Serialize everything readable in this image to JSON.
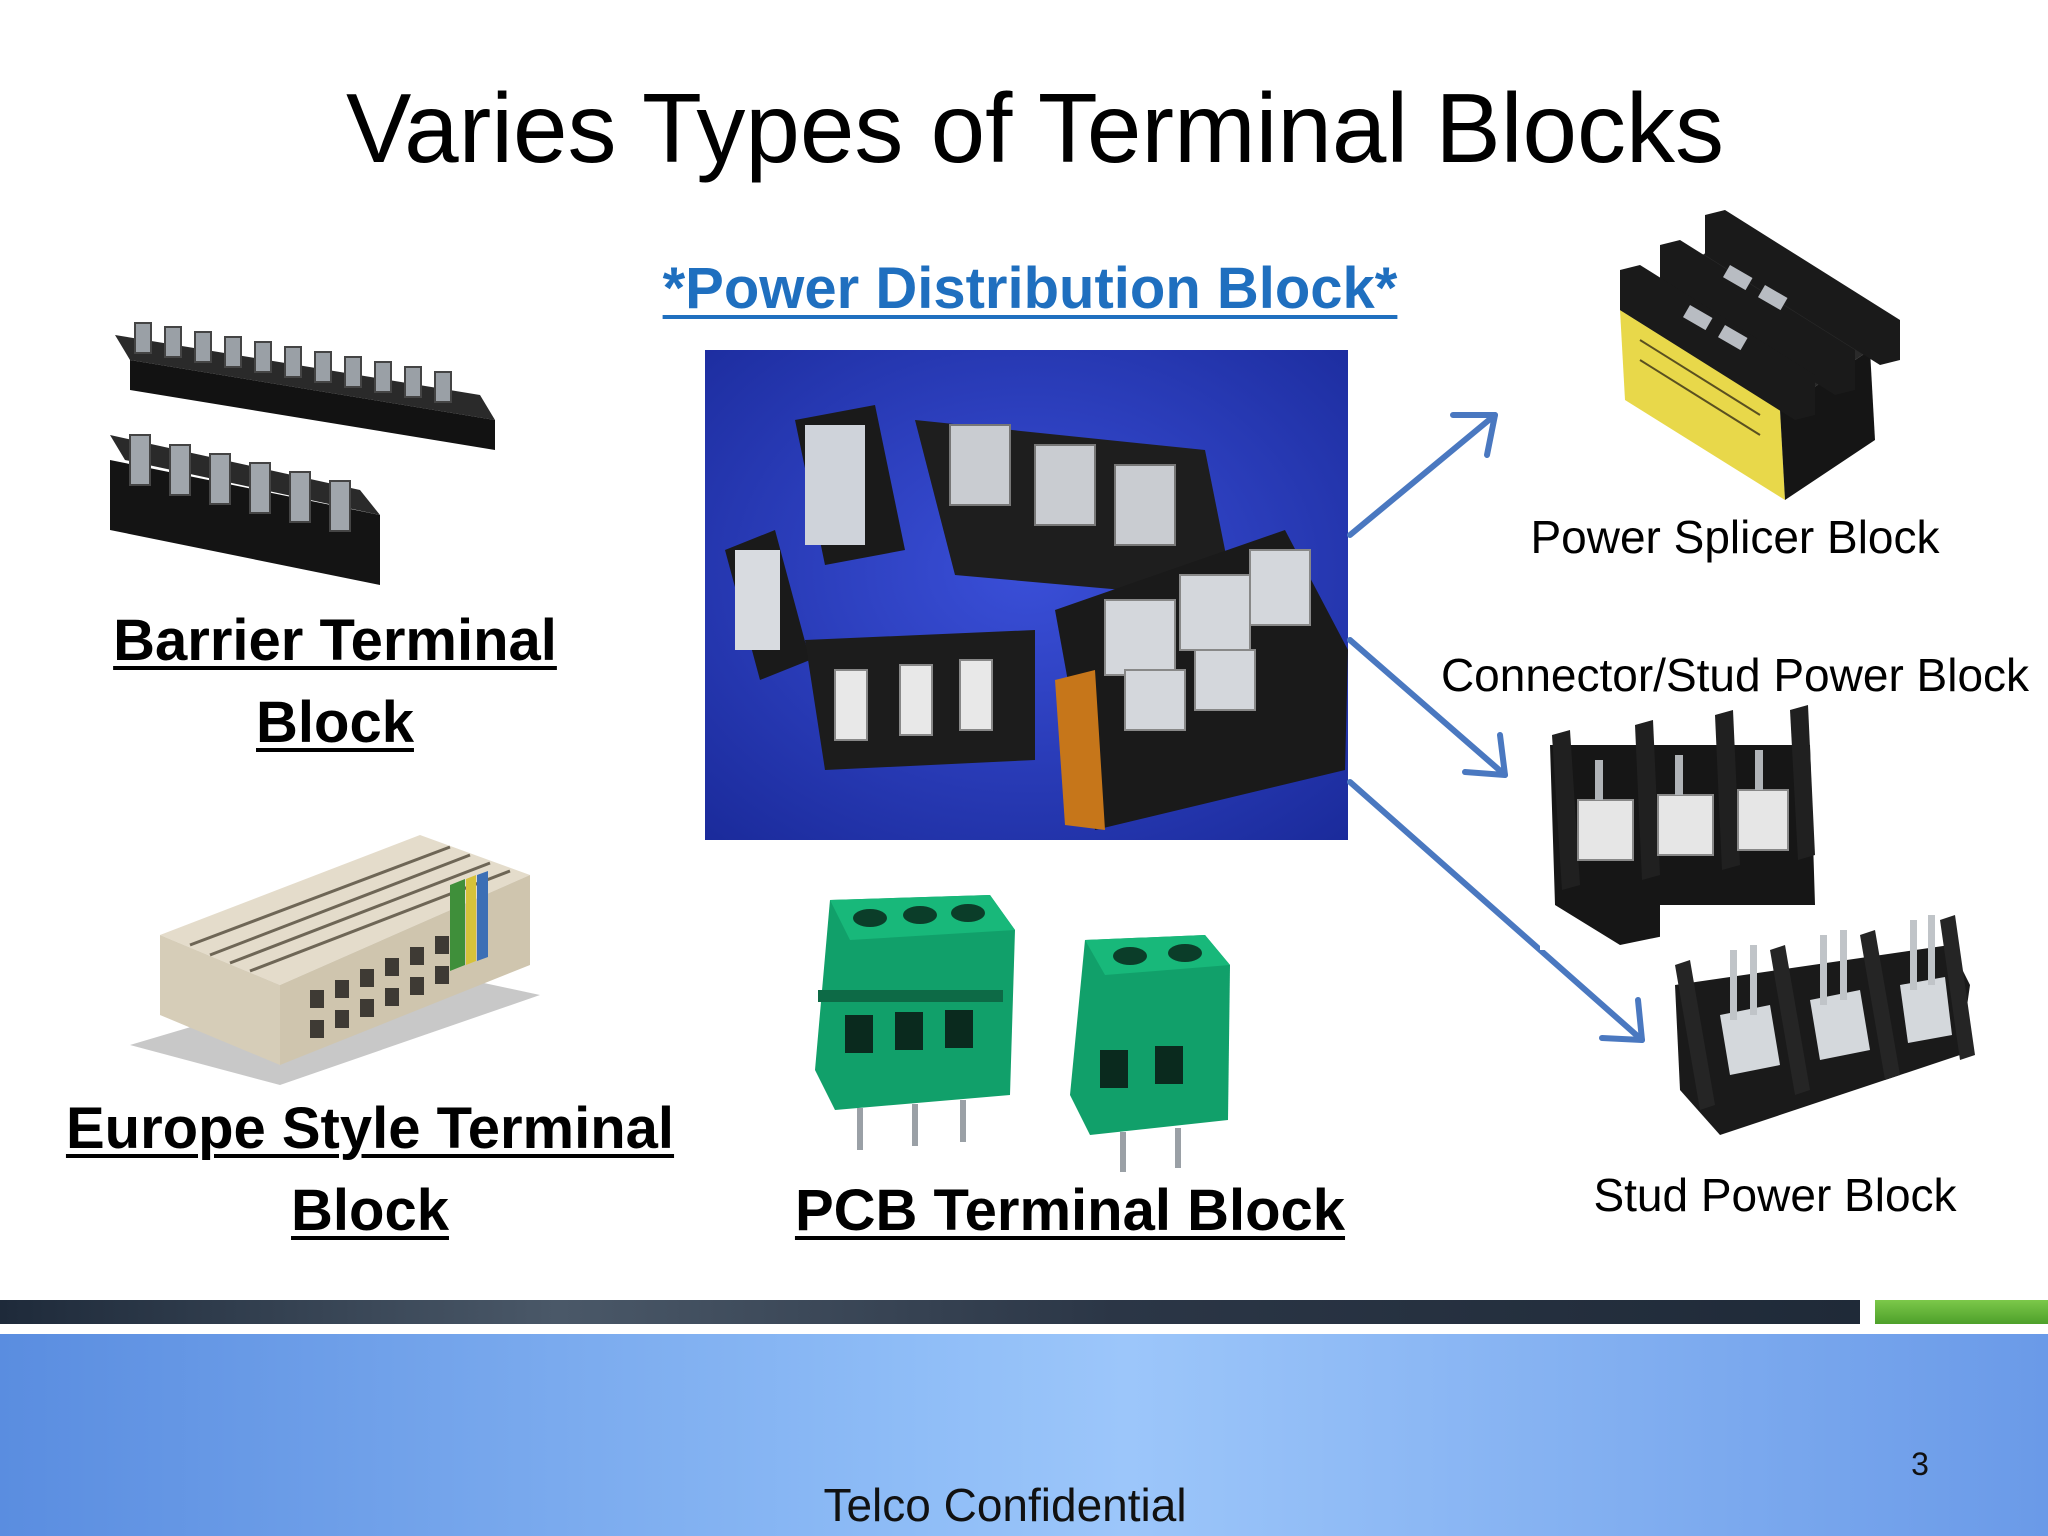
{
  "slide": {
    "title": "Varies Types of Terminal Blocks",
    "featured_label": "*Power Distribution Block*",
    "items": {
      "barrier": {
        "line1": "Barrier Terminal",
        "line2": "Block"
      },
      "europe": {
        "line1": "Europe Style Terminal",
        "line2": "Block"
      },
      "pcb": {
        "label": "PCB Terminal Block"
      },
      "power_splicer": {
        "label": "Power Splicer Block"
      },
      "connector_stud": {
        "label": "Connector/Stud Power Block"
      },
      "stud_power": {
        "label": "Stud Power Block"
      }
    }
  },
  "footer": {
    "text": "Telco Confidential",
    "page_number": "3"
  },
  "colors": {
    "accent_blue": "#1f6fbf",
    "arrow": "#4a78c0",
    "footer_green": "#5cb034"
  }
}
